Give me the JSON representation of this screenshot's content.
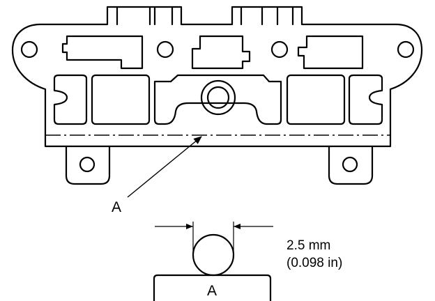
{
  "callouts": {
    "upper_label": "A",
    "lower_label": "A"
  },
  "dimension": {
    "metric": "2.5 mm",
    "imperial": "(0.098 in)"
  }
}
